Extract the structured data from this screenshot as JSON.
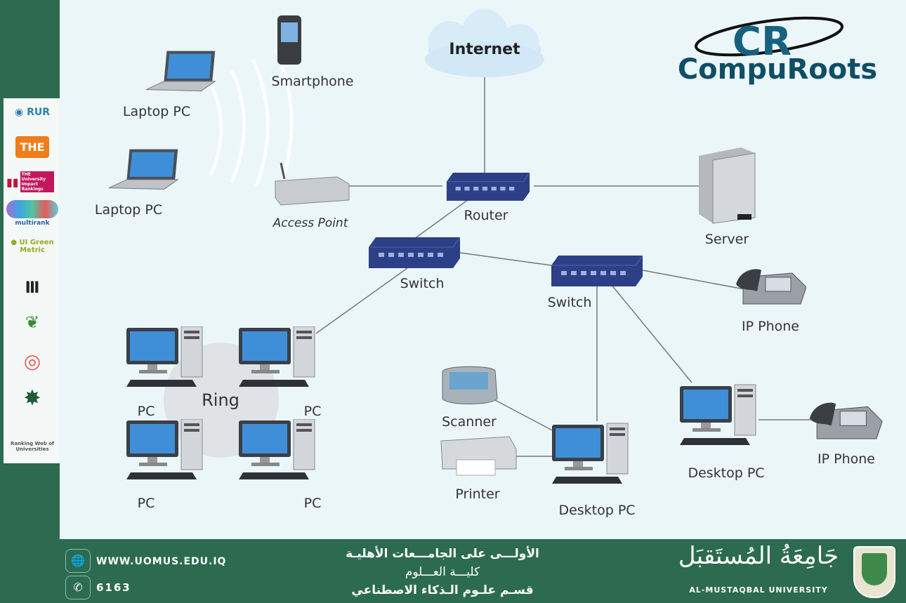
{
  "diagram": {
    "cloud": "Internet",
    "router": "Router",
    "access_point": "Access Point",
    "server": "Server",
    "smartphone": "Smartphone",
    "laptop_top": "Laptop PC",
    "laptop_bottom": "Laptop PC",
    "switch_left": "Switch",
    "switch_right": "Switch",
    "ip_phone_top": "IP Phone",
    "ip_phone_bottom": "IP Phone",
    "ring": "Ring",
    "pc_labels": [
      "PC",
      "PC",
      "PC",
      "PC"
    ],
    "scanner": "Scanner",
    "printer": "Printer",
    "desktop_center": "Desktop PC",
    "desktop_right": "Desktop PC"
  },
  "logo": {
    "brand": "CompuRoots",
    "monogram": "CR"
  },
  "sidebar": {
    "rankings": [
      "RUR",
      "THE",
      "THE University Impact Rankings",
      "multirank",
      "UI Green Metric",
      "",
      "",
      "",
      "",
      "Ranking Web of Universities"
    ]
  },
  "footer": {
    "website": "WWW.UOMUS.EDU.IQ",
    "phone": "6163",
    "arabic_line1": "الأولـــى على الجامـــعات الأهليـة",
    "arabic_line2": "كليـــة العـــلوم",
    "arabic_line3": "قسـم علـوم الـذكاء الاصطناعي",
    "university_ar": "جَامِعَةُ المُستَقبَل",
    "university_en": "AL-MUSTAQBAL UNIVERSITY"
  },
  "colors": {
    "green": "#2c6b50",
    "background": "#ebf6f9",
    "switch": "#2d3f86",
    "brand": "#0f4e66"
  }
}
